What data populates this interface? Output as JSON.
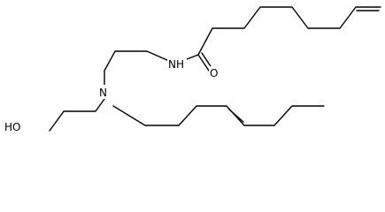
{
  "molecule": {
    "atoms": {
      "nh": "NH",
      "o": "O",
      "n": "N",
      "ho": "HO"
    }
  },
  "colors": {
    "bond": "#000000",
    "background": "#ffffff"
  }
}
